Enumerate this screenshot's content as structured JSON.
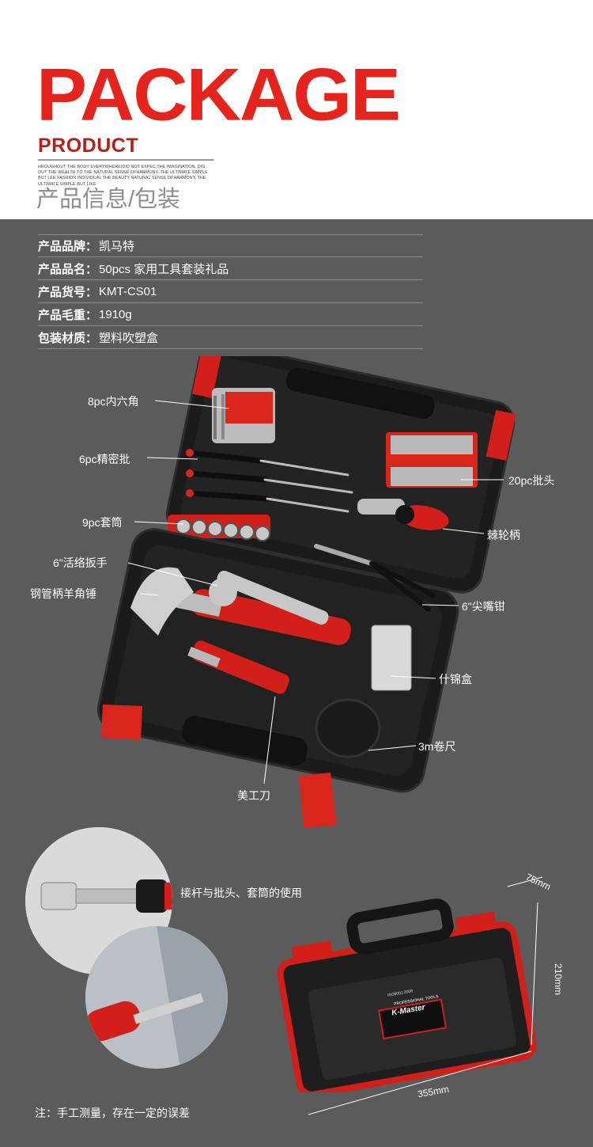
{
  "header": {
    "title": "PACKAGE",
    "subtitle": "PRODUCT",
    "fine_print": "HROUGHOUT THE BODY EVERYWHEREIDID NOT EXPEC THE IMAGINATION, DIG OUT THE WEALTH TO THE NATURAL SENSE OFHARMONY. THE ULTIMATE SIMPLE BUT LEE FASHION INDIVIDUAL THE BEAUTY NATURAL SENSE OFHARMONY, THE ULTIMATE SIMPLE BUT LIKE",
    "cn_title": "产品信息/包装"
  },
  "specs": [
    {
      "label": "产品品牌：",
      "value": "凯马特"
    },
    {
      "label": "产品品名：",
      "value": "50pcs 家用工具套装礼品"
    },
    {
      "label": "产品货号：",
      "value": "KMT-CS01"
    },
    {
      "label": "产品毛重：",
      "value": "1910g"
    },
    {
      "label": "包装材质：",
      "value": "塑料吹塑盒"
    }
  ],
  "callouts": {
    "hex_keys": "8pc内六角",
    "precision_screwdrivers": "6pc精密批",
    "sockets": "9pc套筒",
    "adjustable_wrench": "6\"活络扳手",
    "hammer": "钢管柄羊角锤",
    "bits": "20pc批头",
    "ratchet_handle": "棘轮柄",
    "long_nose_pliers": "6\"尖嘴钳",
    "assortment_box": "什锦盒",
    "tape_measure": "3m卷尺",
    "utility_knife": "美工刀"
  },
  "usage_label": "接杆与批头、套筒的使用",
  "note": "注：手工测量，存在一定的误差",
  "dimensions": {
    "depth": "75mm",
    "height": "210mm",
    "width": "355mm"
  },
  "brand": {
    "name": "K-Master",
    "tagline": "PROFESSIONAL TOOLS",
    "cert": "ISO9001:2008"
  },
  "colors": {
    "accent": "#e5251d",
    "panel": "#5b5b5b",
    "case_black": "#1e1e1e"
  }
}
